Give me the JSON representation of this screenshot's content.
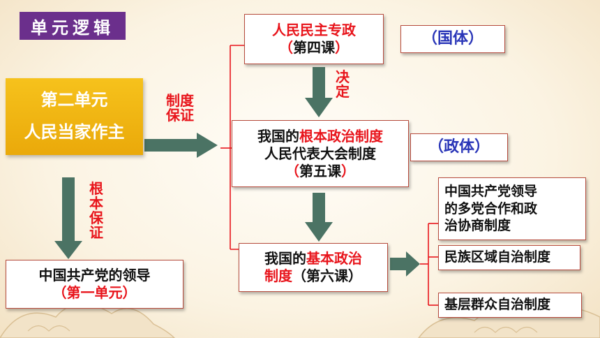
{
  "header": {
    "title": "单元逻辑"
  },
  "unit2": {
    "line1": "第二单元",
    "line2": "人民当家作主"
  },
  "labels": {
    "guarantee_line1": "制度",
    "guarantee_line2": "保证",
    "decide_line1": "决",
    "decide_line2": "定",
    "root_line1": "根本",
    "root_line2": "保证"
  },
  "state_system": {
    "title": "人民民主专政",
    "paren_open": "（",
    "lesson": "第四课",
    "paren_close": "）",
    "tag": "（国体）"
  },
  "fundamental": {
    "prefix": "我国的",
    "highlight": "根本政治制度",
    "line2": "人民代表大会制度",
    "paren_open": "（",
    "lesson": "第五课",
    "paren_close": "）",
    "tag": "（政体）"
  },
  "basic": {
    "prefix": "我国的",
    "highlight": "基本政治",
    "line2_red": "制度",
    "line2_rest": "（第六课）"
  },
  "party": {
    "title": "中国共产党的领导",
    "subtitle": "（第一单元）"
  },
  "sub_systems": [
    {
      "line1": "中国共产党领导",
      "line2": "的多党合作和政",
      "line3": "治协商制度"
    },
    {
      "line1": "民族区域自治制度"
    },
    {
      "line1": "基层群众自治制度"
    }
  ],
  "colors": {
    "arrow": "#4b7364",
    "accent_red": "#e8141b",
    "header_bg": "#6b2f8c",
    "gold": "#f0b20f",
    "tag_blue": "#2a36b8"
  }
}
